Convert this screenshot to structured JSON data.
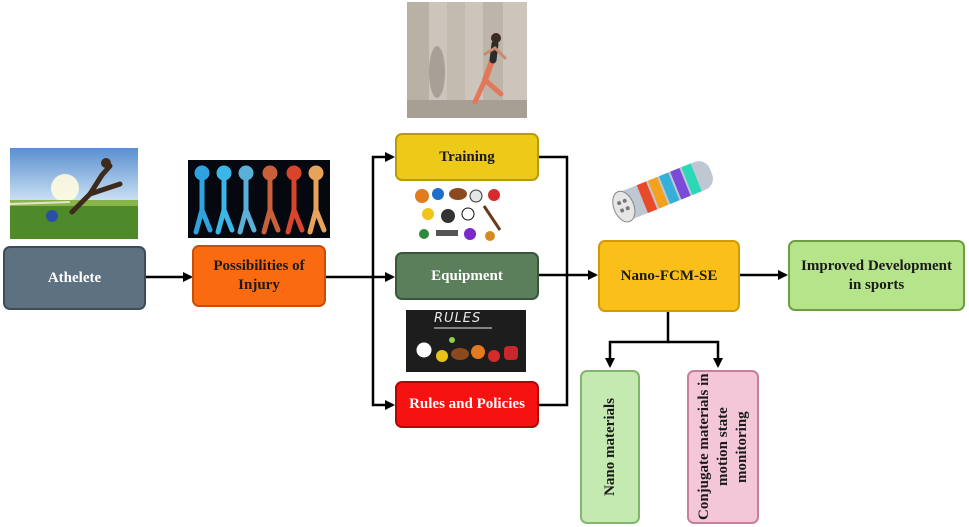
{
  "nodes": {
    "athlete": "Athelete",
    "injury": "Possibilities of Injury",
    "training": "Training",
    "equipment": "Equipment",
    "rules": "Rules and Policies",
    "nano": "Nano-FCM-SE",
    "improved": "Improved Development in sports",
    "nano_materials": "Nano materials",
    "conjugate": "Conjugate materials in motion state monitoring"
  },
  "images": {
    "rules_board_text": "RULES"
  },
  "colors": {
    "athlete_fill": "#5d7181",
    "injury_fill": "#fa6a10",
    "training_fill": "#ecca17",
    "equipment_fill": "#5b7e5b",
    "rules_fill": "#f71212",
    "nano_fill": "#fbbf1a",
    "improved_fill": "#b6e48a",
    "nano_materials_fill": "#c4eab1",
    "conjugate_fill": "#f3c7d7"
  }
}
